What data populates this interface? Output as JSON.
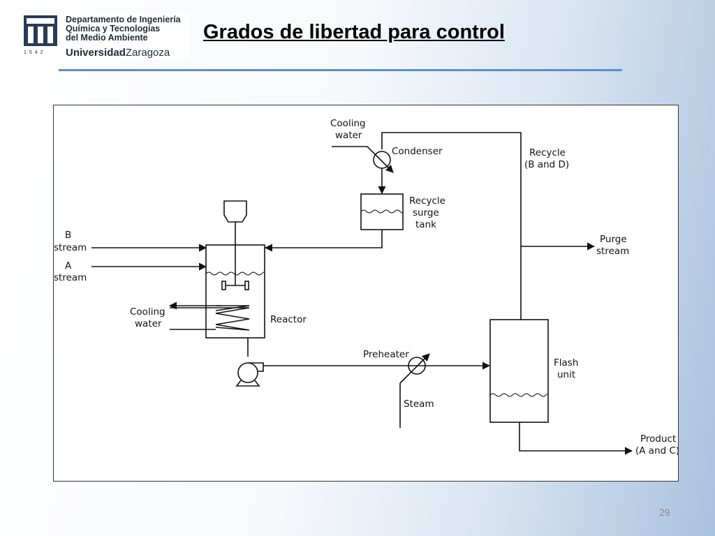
{
  "header": {
    "logo": {
      "line1": "Departamento de Ingeniería",
      "line2": "Química y Tecnologías",
      "line3": "del Medio Ambiente",
      "university_bold": "Universidad",
      "university_rest": "Zaragoza",
      "year": "1542"
    },
    "title": "Grados de libertad para control",
    "accent_color": "#5b8fc9"
  },
  "diagram": {
    "labels": {
      "cooling_water_top": [
        "Cooling",
        "water"
      ],
      "condenser": "Condenser",
      "recycle": [
        "Recycle",
        "(B and D)"
      ],
      "surge_tank": [
        "Recycle",
        "surge",
        "tank"
      ],
      "b_stream": [
        "B",
        "stream"
      ],
      "a_stream": [
        "A",
        "stream"
      ],
      "purge": [
        "Purge",
        "stream"
      ],
      "cooling_water_left": [
        "Cooling",
        "water"
      ],
      "reactor": "Reactor",
      "preheater": "Preheater",
      "flash": [
        "Flash",
        "unit"
      ],
      "steam": "Steam",
      "product": [
        "Product",
        "(A and C)"
      ]
    },
    "components": [
      "reactor",
      "condenser",
      "recycle-surge-tank",
      "preheater",
      "flash-unit",
      "pump",
      "agitator",
      "cooling-coil"
    ]
  },
  "footer": {
    "page_number": "29"
  }
}
